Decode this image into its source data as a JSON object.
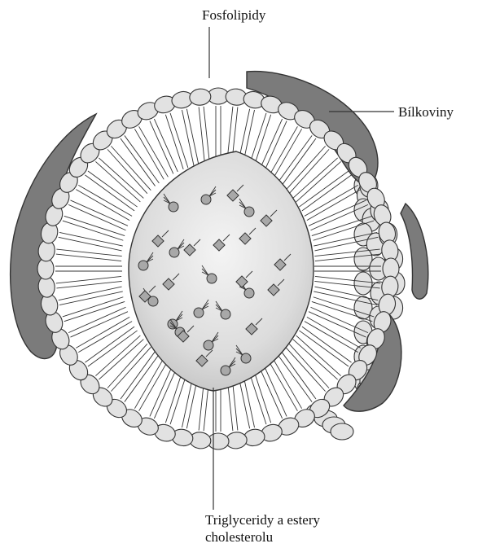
{
  "labels": {
    "phospholipids": "Fosfolipidy",
    "proteins": "Bílkoviny",
    "core_line1": "Triglyceridy a estery",
    "core_line2": "cholesterolu"
  },
  "colors": {
    "background": "#ffffff",
    "outline": "#333333",
    "head_fill": "#e2e2e2",
    "protein_fill": "#7b7b7b",
    "core_fill": "#d9d9d9",
    "core_molecule_fill": "#a8a8a8"
  }
}
